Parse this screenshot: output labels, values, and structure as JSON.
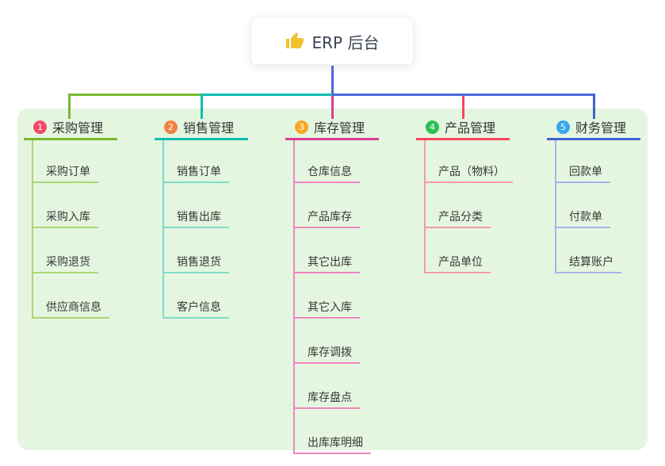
{
  "root": {
    "label": "ERP 后台",
    "icon": "thumbs-up-icon",
    "icon_color": "#f2c12e",
    "line_color": "#4b67d8"
  },
  "panel": {
    "background": "#e5f6e0"
  },
  "branches": [
    {
      "number": "1",
      "label": "采购管理",
      "badge_color": "#f24b66",
      "line_color": "#79b830",
      "sub_line_color": "#a8d674",
      "children": [
        "采购订单",
        "采购入库",
        "采购退货",
        "供应商信息"
      ]
    },
    {
      "number": "2",
      "label": "销售管理",
      "badge_color": "#f08142",
      "line_color": "#0cbfb0",
      "sub_line_color": "#7fdacd",
      "children": [
        "销售订单",
        "销售出库",
        "销售退货",
        "客户信息"
      ]
    },
    {
      "number": "3",
      "label": "库存管理",
      "badge_color": "#f6a723",
      "line_color": "#dc3d92",
      "sub_line_color": "#ee86c0",
      "children": [
        "仓库信息",
        "产品库存",
        "其它出库",
        "其它入库",
        "库存调拨",
        "库存盘点",
        "出库库明细"
      ]
    },
    {
      "number": "4",
      "label": "产品管理",
      "badge_color": "#2cbf55",
      "line_color": "#f4485c",
      "sub_line_color": "#f59ba1",
      "children": [
        "产品（物料）",
        "产品分类",
        "产品单位"
      ]
    },
    {
      "number": "5",
      "label": "财务管理",
      "badge_color": "#38a7ee",
      "line_color": "#4161d4",
      "sub_line_color": "#a3b6e6",
      "children": [
        "回款单",
        "付款单",
        "结算账户"
      ]
    }
  ]
}
